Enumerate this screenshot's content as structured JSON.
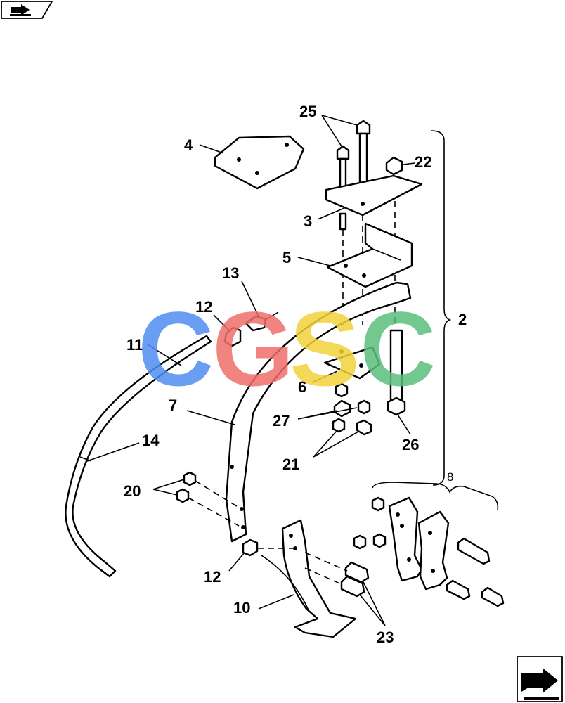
{
  "nav": {
    "back_icon": "book-arrow-icon",
    "next_icon": "page-forward-arrow-icon"
  },
  "watermark": {
    "letters": [
      "C",
      "G",
      "S",
      "C"
    ],
    "colors": [
      "#4f8ef0",
      "#ef6f6c",
      "#f3d23a",
      "#5bbf7d"
    ]
  },
  "callouts": {
    "c2": "2",
    "c3": "3",
    "c4": "4",
    "c5": "5",
    "c6": "6",
    "c7": "7",
    "c8": "8",
    "c10": "10",
    "c11": "11",
    "c12_top": "12",
    "c12_bottom": "12",
    "c13": "13",
    "c14": "14",
    "c20": "20",
    "c21": "21",
    "c22": "22",
    "c23": "23",
    "c25": "25",
    "c26": "26",
    "c27": "27"
  }
}
